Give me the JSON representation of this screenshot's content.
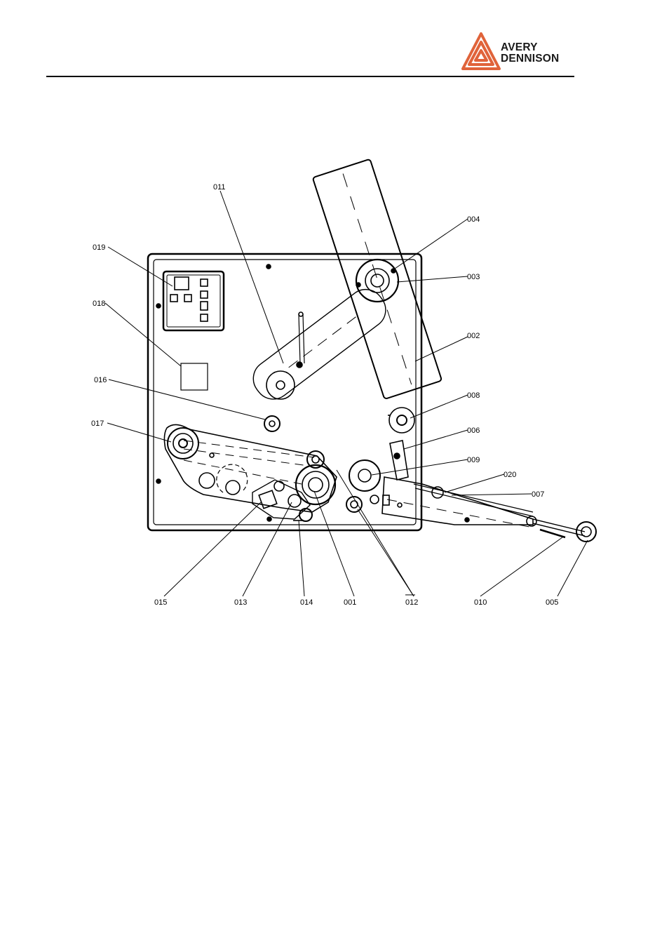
{
  "brand": {
    "name_line1": "AVERY",
    "name_line2": "DENNISON",
    "logo_color": "#e0633a",
    "logo_icon": "avery-triangle-logo-icon"
  },
  "diagram": {
    "callouts": [
      {
        "id": "c001",
        "label": "001"
      },
      {
        "id": "c002",
        "label": "002"
      },
      {
        "id": "c003",
        "label": "003"
      },
      {
        "id": "c004",
        "label": "004"
      },
      {
        "id": "c005",
        "label": "005"
      },
      {
        "id": "c006",
        "label": "006"
      },
      {
        "id": "c007",
        "label": "007"
      },
      {
        "id": "c008",
        "label": "008"
      },
      {
        "id": "c009",
        "label": "009"
      },
      {
        "id": "c010",
        "label": "010"
      },
      {
        "id": "c011",
        "label": "011"
      },
      {
        "id": "c012",
        "label": "012"
      },
      {
        "id": "c013",
        "label": "013"
      },
      {
        "id": "c014",
        "label": "014"
      },
      {
        "id": "c015",
        "label": "015"
      },
      {
        "id": "c016",
        "label": "016"
      },
      {
        "id": "c017",
        "label": "017"
      },
      {
        "id": "c018",
        "label": "018"
      },
      {
        "id": "c019",
        "label": "019"
      },
      {
        "id": "c020",
        "label": "020"
      }
    ]
  }
}
